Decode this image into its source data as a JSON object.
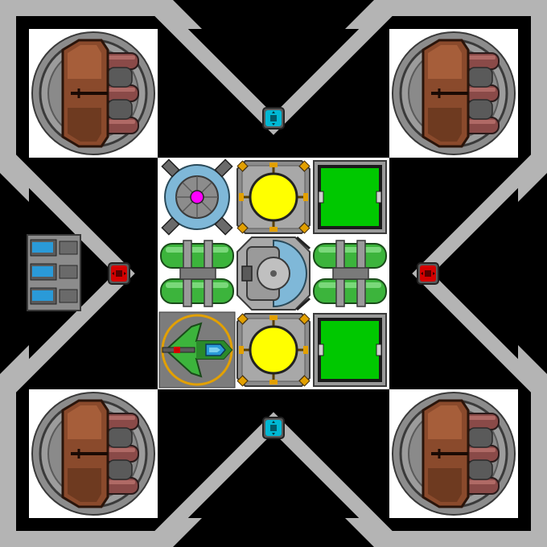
{
  "game": {
    "palette": {
      "background": "#000000",
      "frame": "#b4b4b4",
      "tile_white": "#ffffff",
      "hull_gray": "#7c7c7c",
      "shield_blue": "#7fb8d8",
      "core_magenta": "#ff00ff",
      "reactor_yellow": "#ffff00",
      "amber": "#e2a000",
      "screen_green": "#00c800",
      "pipe_green": "#3cb43c",
      "cannon_brown": "#8a4a2c",
      "barrel_rust": "#8a4a48",
      "node_cyan": "#00b8d4",
      "node_red": "#d40000",
      "battery_blue": "#2a9ad8"
    },
    "turrets": [
      {
        "id": "turret-top-left",
        "icon": "cannon-turret-icon"
      },
      {
        "id": "turret-top-right",
        "icon": "cannon-turret-icon"
      },
      {
        "id": "turret-bottom-left",
        "icon": "cannon-turret-icon"
      },
      {
        "id": "turret-bottom-right",
        "icon": "cannon-turret-icon"
      }
    ],
    "nodes": [
      {
        "id": "node-top",
        "color": "cyan",
        "icon": "connector-node-icon"
      },
      {
        "id": "node-bottom",
        "color": "cyan",
        "icon": "connector-node-icon"
      },
      {
        "id": "node-left",
        "color": "red",
        "icon": "connector-node-icon"
      },
      {
        "id": "node-right",
        "color": "red",
        "icon": "connector-node-icon"
      }
    ],
    "battery": {
      "cells": 3,
      "icon": "battery-icon"
    },
    "grid": [
      [
        "shield-generator",
        "reactor",
        "screen"
      ],
      [
        "pipes",
        "cockpit-dome",
        "pipes"
      ],
      [
        "player-ship",
        "reactor",
        "screen"
      ]
    ]
  }
}
